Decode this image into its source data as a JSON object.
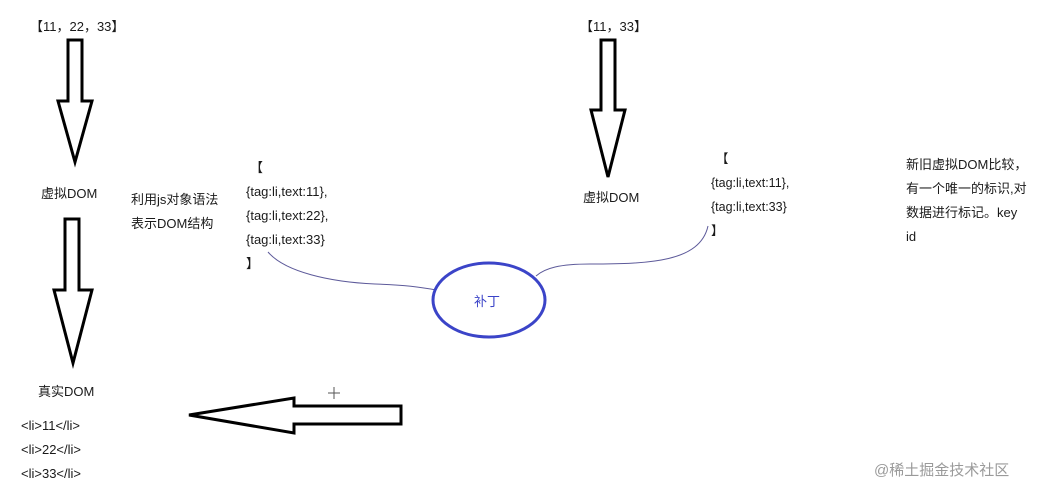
{
  "left": {
    "array": "【11，22，33】",
    "virtual_dom": "虚拟DOM",
    "real_dom": "真实DOM",
    "li_items": [
      "<li>11</li>",
      "<li>22</li>",
      "<li>33</li>"
    ]
  },
  "note": {
    "line1": "利用js对象语法",
    "line2": "表示DOM结构"
  },
  "vdom_old": {
    "lines": [
      "【",
      "{tag:li,text:11},",
      "{tag:li,text:22},",
      "{tag:li,text:33}",
      "】"
    ]
  },
  "patch": {
    "label": "补丁"
  },
  "right": {
    "array": "【11，33】",
    "virtual_dom": "虚拟DOM"
  },
  "vdom_new": {
    "lines": [
      "【",
      "{tag:li,text:11},",
      "{tag:li,text:33}",
      "】"
    ]
  },
  "compare_note": {
    "lines": [
      "新旧虚拟DOM比较，",
      "有一个唯一的标识,对",
      "数据进行标记。key",
      "id"
    ]
  },
  "watermark": "@稀土掘金技术社区",
  "colors": {
    "ellipse": "#3b44c8",
    "connector": "#5d5a9a"
  }
}
